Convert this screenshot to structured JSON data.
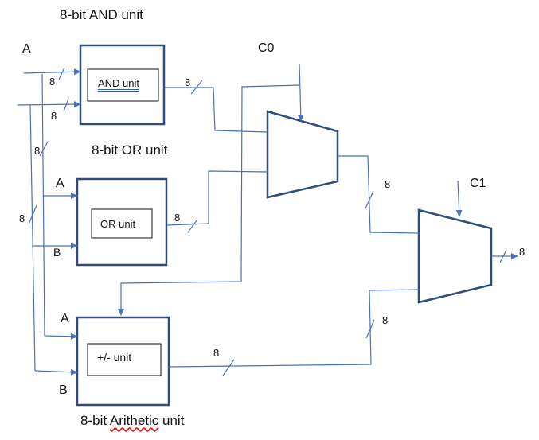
{
  "titles": {
    "and": "8-bit AND unit",
    "or": "8-bit OR unit",
    "arith_prefix": "8-bit ",
    "arith_word": "Arithetic",
    "arith_suffix": " unit"
  },
  "units": {
    "and": "AND  unit",
    "or": "OR unit",
    "arith": "+/- unit"
  },
  "ports": {
    "a_top": "A",
    "a_or": "A",
    "b_or": "B",
    "a_arith": "A",
    "b_arith": "B",
    "c0": "C0",
    "c1": "C1"
  },
  "bus_widths": {
    "and_in1": "8",
    "and_in2": "8",
    "left_a": "8",
    "left_b": "8",
    "and_out": "8",
    "or_out": "8",
    "mux0_out": "8",
    "mux1_out": "8",
    "arith_out": "8",
    "arith_to_mux1": "8"
  },
  "colors": {
    "wire": "#4a72b8",
    "box": "#2e4d7c",
    "text": "#111111"
  }
}
